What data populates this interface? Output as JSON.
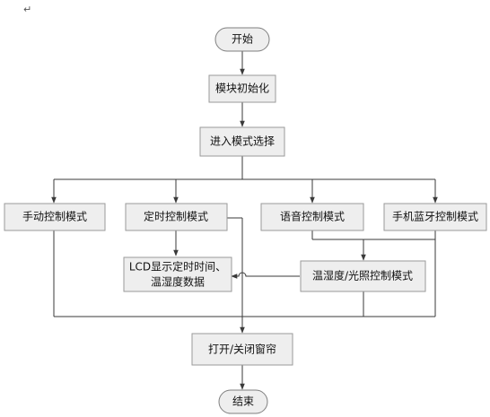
{
  "return_mark": "↵",
  "nodes": {
    "start": "开始",
    "init": "模块初始化",
    "mode_select": "进入模式选择",
    "manual": "手动控制模式",
    "timed": "定时控制模式",
    "voice": "语音控制模式",
    "bluetooth": "手机蓝牙控制模式",
    "lcd_line1": "LCD显示定时时间、",
    "lcd_line2": "温湿度数据",
    "sensor": "温湿度/光照控制模式",
    "curtain": "打开/关闭窗帘",
    "end": "结束"
  },
  "colors": {
    "box_fill": "#eeeeee",
    "box_stroke": "#9a9a9a",
    "line": "#3a3a3a"
  }
}
